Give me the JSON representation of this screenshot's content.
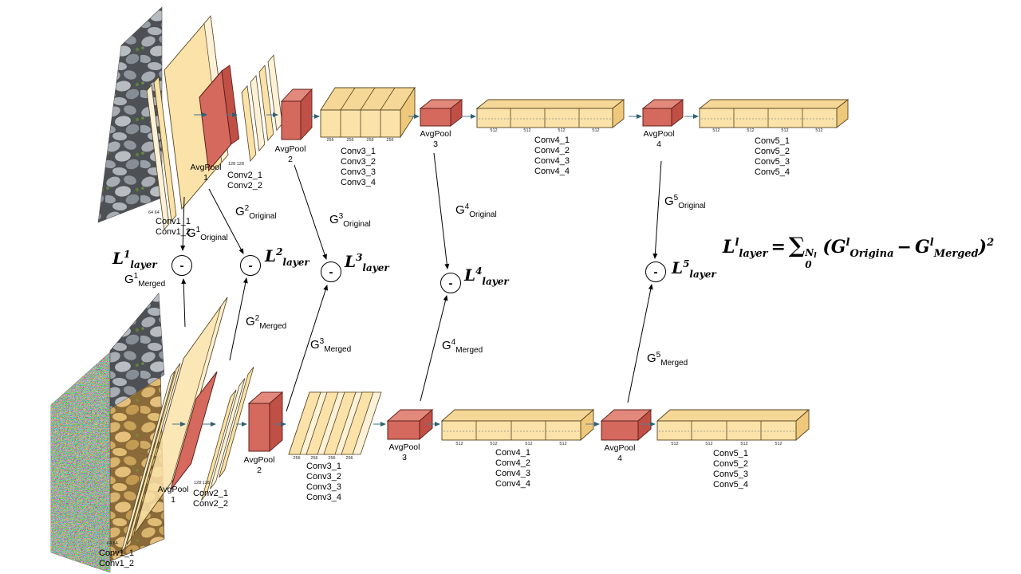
{
  "colors": {
    "conv_face": "#FAE2A8",
    "conv_face_light": "#FDF2D8",
    "conv_top": "#F5D897",
    "conv_side": "#EFC87B",
    "pool_face": "#D5695E",
    "pool_top": "#E2897B",
    "pool_side": "#C05046",
    "edge": "#55431F",
    "pool_edge": "#5F2019",
    "arrow": "#4E7F96",
    "text": "#000000"
  },
  "top_net": {
    "conv1": {
      "l1": "Conv1_1",
      "l2": "Conv1_2",
      "size": "64 64"
    },
    "pool1": {
      "l1": "AvgPool",
      "l2": "1"
    },
    "conv2": {
      "l1": "Conv2_1",
      "l2": "Conv2_2",
      "size": "128  128"
    },
    "pool2": {
      "l1": "AvgPool",
      "l2": "2"
    },
    "conv3": {
      "l1": "Conv3_1",
      "l2": "Conv3_2",
      "l3": "Conv3_3",
      "l4": "Conv3_4",
      "size": "256"
    },
    "pool3": {
      "l1": "AvgPool",
      "l2": "3"
    },
    "conv4": {
      "l1": "Conv4_1",
      "l2": "Conv4_2",
      "l3": "Conv4_3",
      "l4": "Conv4_4",
      "size": "512"
    },
    "pool4": {
      "l1": "AvgPool",
      "l2": "4"
    },
    "conv5": {
      "l1": "Conv5_1",
      "l2": "Conv5_2",
      "l3": "Conv5_3",
      "l4": "Conv5_4",
      "size": "512"
    }
  },
  "bottom_net": {
    "conv1": {
      "l1": "Conv1_1",
      "l2": "Conv1_2",
      "size": "64 64"
    },
    "pool1": {
      "l1": "AvgPool",
      "l2": "1"
    },
    "conv2": {
      "l1": "Conv2_1",
      "l2": "Conv2_2",
      "size": "128 128"
    },
    "pool2": {
      "l1": "AvgPool",
      "l2": "2"
    },
    "conv3": {
      "l1": "Conv3_1",
      "l2": "Conv3_2",
      "l3": "Conv3_3",
      "l4": "Conv3_4",
      "size": "256"
    },
    "pool3": {
      "l1": "AvgPool",
      "l2": "3"
    },
    "conv4": {
      "l1": "Conv4_1",
      "l2": "Conv4_2",
      "l3": "Conv4_3",
      "l4": "Conv4_4",
      "size": "512"
    },
    "pool4": {
      "l1": "AvgPool",
      "l2": "4"
    },
    "conv5": {
      "l1": "Conv5_1",
      "l2": "Conv5_2",
      "l3": "Conv5_3",
      "l4": "Conv5_4",
      "size": "512"
    }
  },
  "loss": {
    "base": "L",
    "sub": "layer",
    "minus": "-",
    "sups": [
      "1",
      "2",
      "3",
      "4",
      "5"
    ]
  },
  "gram": {
    "base": "G",
    "original_sub": "Original",
    "merged_sub": "Merged",
    "sups": [
      "1",
      "2",
      "3",
      "4",
      "5"
    ]
  },
  "formula": {
    "lhs_base": "L",
    "lhs_sup": "l",
    "lhs_sub": "layer",
    "equals": "=",
    "sigma": "∑",
    "upper": "N",
    "upper_sub": "l",
    "lower": "0",
    "open_paren": "(",
    "g_base": "G",
    "g_sup": "l",
    "g_orig_sub": "Origina",
    "minus_op": "−",
    "g_base2": "G",
    "g_sup2": "l",
    "g_merged_sub": "Merged",
    "close_paren": ")",
    "exponent": "2"
  }
}
